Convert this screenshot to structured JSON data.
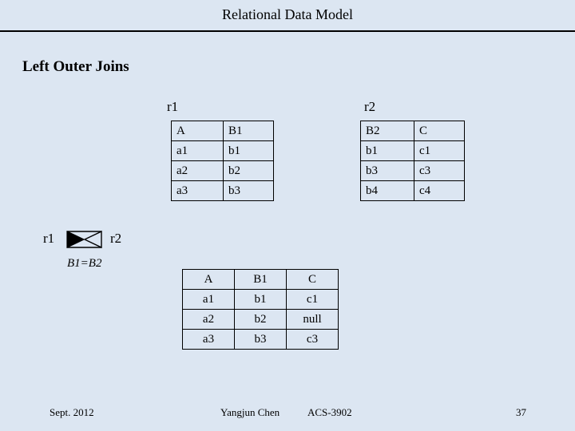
{
  "slide": {
    "title": "Relational Data Model",
    "heading": "Left Outer Joins"
  },
  "relations": {
    "r1": {
      "label": "r1",
      "columns": [
        "A",
        "B1"
      ],
      "rows": [
        [
          "a1",
          "b1"
        ],
        [
          "a2",
          "b2"
        ],
        [
          "a3",
          "b3"
        ]
      ]
    },
    "r2": {
      "label": "r2",
      "columns": [
        "B2",
        "C"
      ],
      "rows": [
        [
          "b1",
          "c1"
        ],
        [
          "b3",
          "c3"
        ],
        [
          "b4",
          "c4"
        ]
      ]
    },
    "result": {
      "columns": [
        "A",
        "B1",
        "C"
      ],
      "rows": [
        [
          "a1",
          "b1",
          "c1"
        ],
        [
          "a2",
          "b2",
          "null"
        ],
        [
          "a3",
          "b3",
          "c3"
        ]
      ]
    }
  },
  "join_expression": {
    "left_operand": "r1",
    "operator_icon": "left-outer-join-bowtie-icon",
    "right_operand": "r2",
    "condition": "B1=B2"
  },
  "footer": {
    "date": "Sept. 2012",
    "author": "Yangjun Chen",
    "course": "ACS-3902",
    "page_number": "37"
  }
}
